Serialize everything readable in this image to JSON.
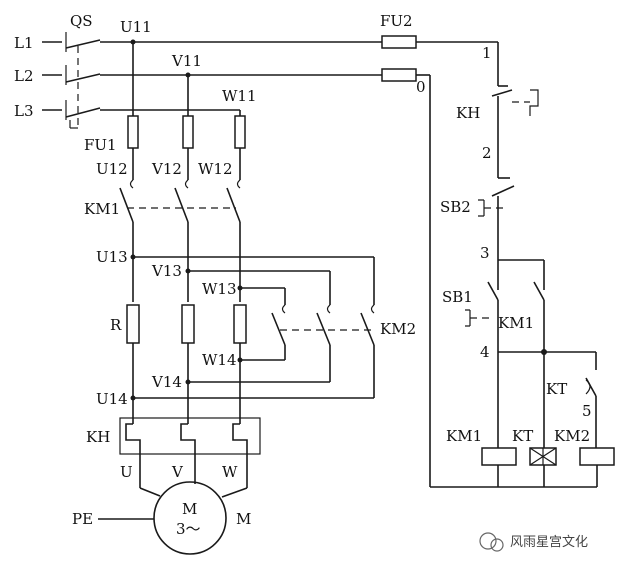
{
  "labels": {
    "L1": "L1",
    "L2": "L2",
    "L3": "L3",
    "QS": "QS",
    "FU1": "FU1",
    "FU2": "FU2",
    "U11": "U11",
    "V11": "V11",
    "W11": "W11",
    "U12": "U12",
    "V12": "V12",
    "W12": "W12",
    "KM1": "KM1",
    "U13": "U13",
    "V13": "V13",
    "W13": "W13",
    "R": "R",
    "KM2": "KM2",
    "W14": "W14",
    "V14": "V14",
    "U14": "U14",
    "KH": "KH",
    "U": "U",
    "V": "V",
    "W": "W",
    "PE": "PE",
    "motor_M": "M",
    "motor_phase": "3～",
    "M": "M",
    "node1": "1",
    "node0": "0",
    "node2": "2",
    "node3": "3",
    "node4": "4",
    "node5": "5",
    "KH_ctrl": "KH",
    "SB2": "SB2",
    "SB1": "SB1",
    "KM1_contact": "KM1",
    "KT_contact": "KT",
    "coil_KM1": "KM1",
    "coil_KT": "KT",
    "coil_KM2": "KM2"
  },
  "watermark": "风雨星宫文化"
}
